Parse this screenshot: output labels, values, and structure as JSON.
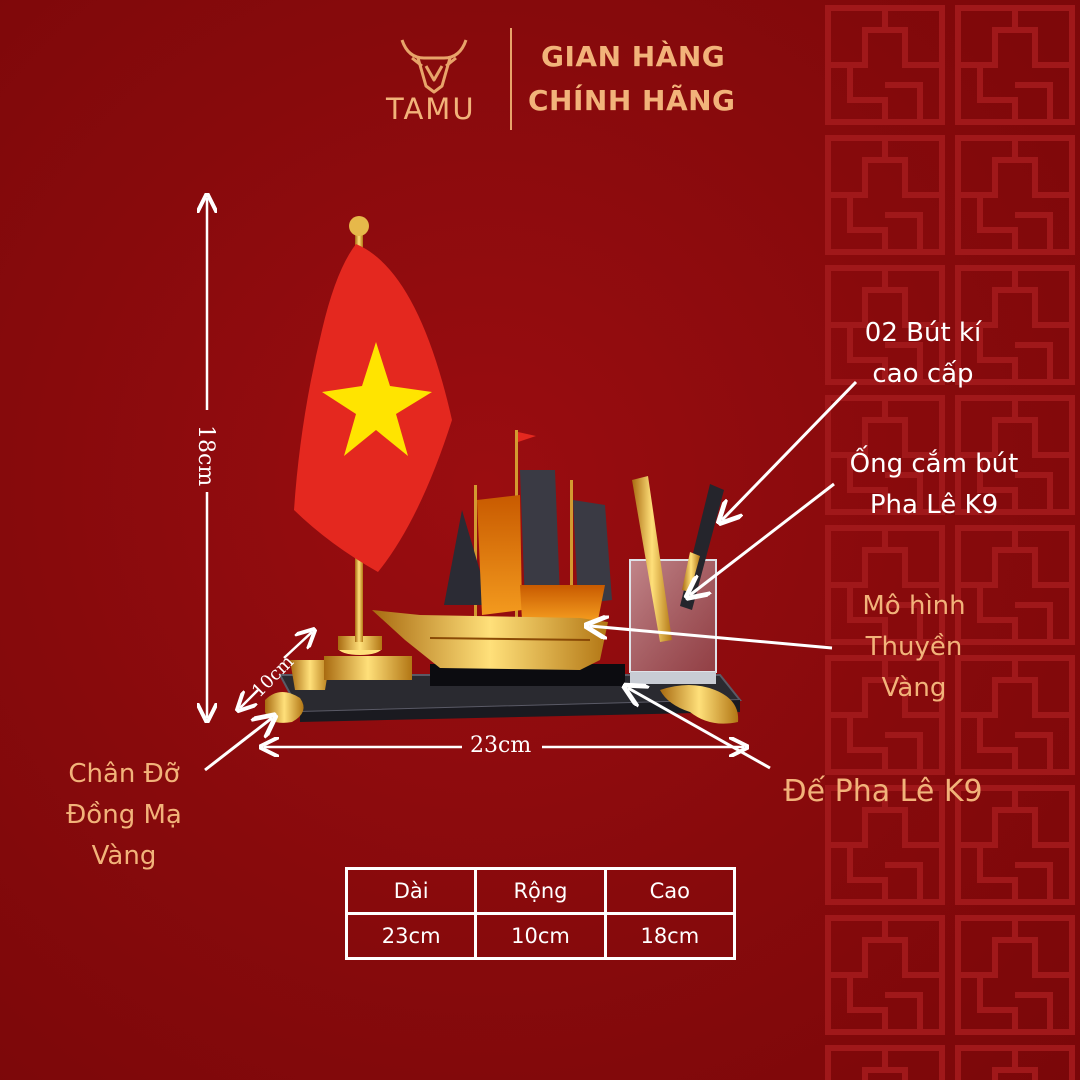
{
  "brand": {
    "logo_text": "TAMU"
  },
  "header": {
    "shop_line1": "GIAN HÀNG",
    "shop_line2": "CHÍNH HÃNG"
  },
  "dimensions": {
    "height": "18cm",
    "width": "10cm",
    "length": "23cm"
  },
  "callouts": {
    "pens": [
      "02 Bút kí",
      "cao cấp"
    ],
    "pen_holder": [
      "Ống cắm bút",
      "Pha Lê K9"
    ],
    "boat": [
      "Mô hình",
      "Thuyền",
      "Vàng"
    ],
    "base": "Đế Pha Lê K9",
    "feet": [
      "Chân Đỡ",
      "Đồng Mạ",
      "Vàng"
    ]
  },
  "specs": {
    "headers": [
      "Dài",
      "Rộng",
      "Cao"
    ],
    "values": [
      "23cm",
      "10cm",
      "18cm"
    ]
  },
  "colors": {
    "background": "#8a0a0c",
    "accent_gold": "#f2b37a",
    "flag_red": "#e4281f",
    "flag_star": "#ffe400"
  }
}
